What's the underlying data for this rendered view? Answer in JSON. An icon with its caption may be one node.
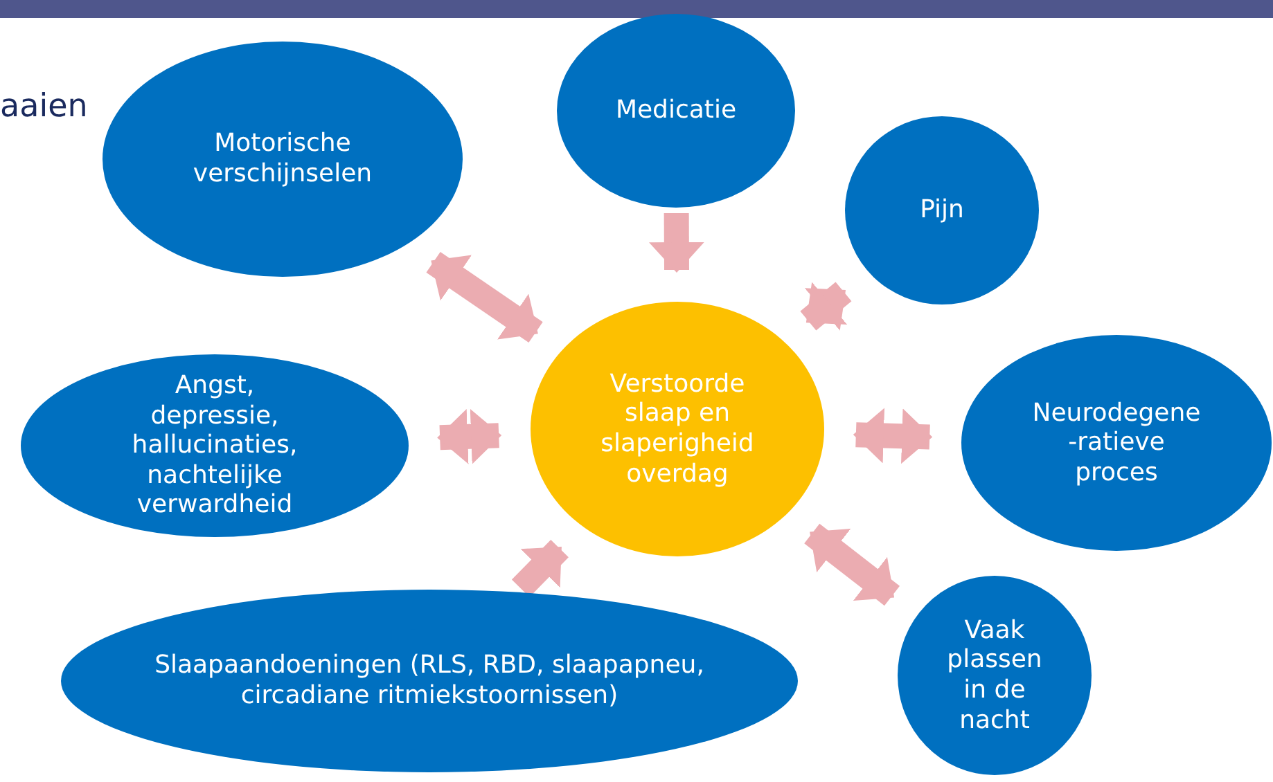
{
  "diagram": {
    "nodes": [
      {
        "text": [
          "Motorische verschijnselen"
        ]
      },
      {
        "text": [
          "Medicatie"
        ]
      },
      {
        "text": [
          "Pijn"
        ]
      },
      {
        "text": [
          "Angst, depressie, hallucinaties, nachtelijke verwardheid"
        ]
      },
      {
        "text": [
          "Verstoorde slaap en slaperigheid overdag"
        ]
      },
      {
        "text": [
          "Neurodegene -ratieve proces"
        ]
      },
      {
        "text": [
          "Slaapaandoeningen (RLS, RBD, slaapapneu, circadiane ritmiekstoornissen)"
        ]
      },
      {
        "text": [
          "Vaak plassen in de nacht"
        ]
      }
    ],
    "edges": [
      {
        "from": 0,
        "to": 4,
        "arrow": "both"
      },
      {
        "from": 1,
        "to": 4,
        "arrow": "to"
      },
      {
        "from": 2,
        "to": 4,
        "arrow": "both"
      },
      {
        "from": 3,
        "to": 4,
        "arrow": "both"
      },
      {
        "from": 5,
        "to": 4,
        "arrow": "both"
      },
      {
        "from": 6,
        "to": 4,
        "arrow": "to"
      },
      {
        "from": 7,
        "to": 4,
        "arrow": "both"
      }
    ],
    "labels": [
      "aaien"
    ]
  }
}
